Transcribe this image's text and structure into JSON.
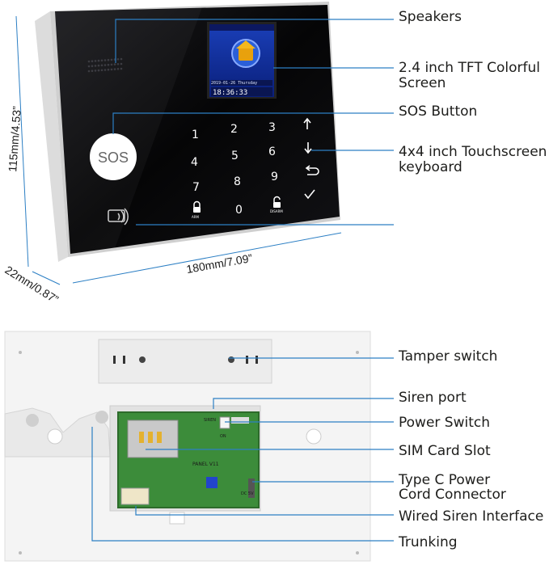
{
  "top_labels": {
    "speakers": "Speakers",
    "screen_line1": "2.4 inch TFT Colorful",
    "screen_line2": "Screen",
    "sos_button": "SOS Button",
    "keyboard_line1": "4x4 inch Touchscreen",
    "keyboard_line2": "keyboard"
  },
  "dimensions": {
    "height": "115mm/4.53”",
    "width": "180mm/7.09”",
    "depth": "22mm/0.87”"
  },
  "screen": {
    "date": "2019-01-26 Thursday",
    "time": "18:36:33"
  },
  "keypad": {
    "sos_label": "SOS",
    "keys": [
      "1",
      "2",
      "3",
      "4",
      "5",
      "6",
      "7",
      "8",
      "9",
      "0"
    ],
    "arm_label": "ARM",
    "disarm_label": "DISARM"
  },
  "bottom_labels": {
    "tamper": "Tamper switch",
    "siren_port": "Siren port",
    "power_switch": "Power Switch",
    "sim_slot": "SIM Card Slot",
    "typec_line1": "Type C Power",
    "typec_line2": "Cord Connector",
    "wired_siren": "Wired Siren Interface",
    "trunking": "Trunking"
  },
  "pcb": {
    "siren": "SIREN",
    "on": "ON",
    "panel": "PANEL V11",
    "dc": "DC 5V"
  },
  "colors": {
    "leader_line": "#2c7fc4",
    "label_text": "#1d1d1b",
    "panel_black": "#0b0b0d",
    "pcb_green": "#3c8c3a"
  }
}
